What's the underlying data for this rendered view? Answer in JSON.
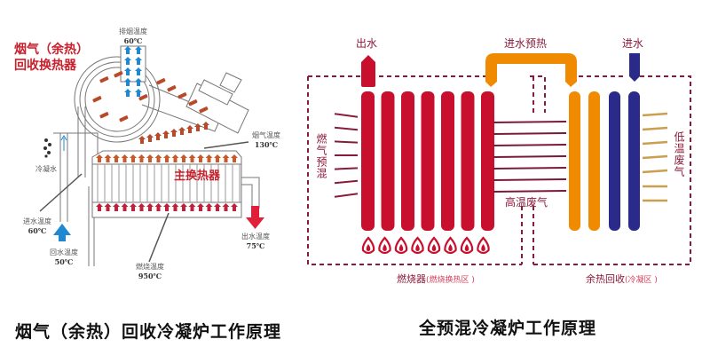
{
  "left_diagram": {
    "title_line1": "烟气（余热）",
    "title_line2": "回收换热器",
    "main_exchanger_label": "主换热器",
    "labels": {
      "exhaust_temp": {
        "name": "排烟温度",
        "value": "60℃"
      },
      "flue_temp": {
        "name": "烟气温度",
        "value": "130℃"
      },
      "condensate": {
        "name": "冷凝水"
      },
      "inlet_temp": {
        "name": "进水温度",
        "value": "60℃"
      },
      "return_temp": {
        "name": "回水温度",
        "value": "50℃"
      },
      "combustion_temp": {
        "name": "燃烧温度",
        "value": "950℃"
      },
      "outlet_temp": {
        "name": "出水温度",
        "value": "75℃"
      }
    },
    "caption": "烟气（余热）回收冷凝炉工作原理"
  },
  "right_diagram": {
    "water_out": "出水",
    "preheat_in": "进水预热",
    "water_in": "进水",
    "gas_premix": "燃气预混",
    "high_temp_exhaust": "高温废气",
    "low_temp_exhaust": "低温废气",
    "burner_zone": {
      "label": "燃烧器",
      "sub": "(燃烧换热区 )"
    },
    "recovery_zone": {
      "label": "余热回收",
      "sub": "(冷凝区 )"
    },
    "caption": "全预混冷凝炉工作原理",
    "red_tube_count": 7,
    "orange_tube_count": 2,
    "blue_tube_count": 2,
    "flame_count": 8
  },
  "colors": {
    "red": "#c8102e",
    "orange": "#f08a00",
    "navy": "#2a2a8a",
    "maroon": "#8a1a3a",
    "blue_arrow": "#1e88d0",
    "brown_arrow": "#b84a2a",
    "tan_line": "#c8a050"
  }
}
